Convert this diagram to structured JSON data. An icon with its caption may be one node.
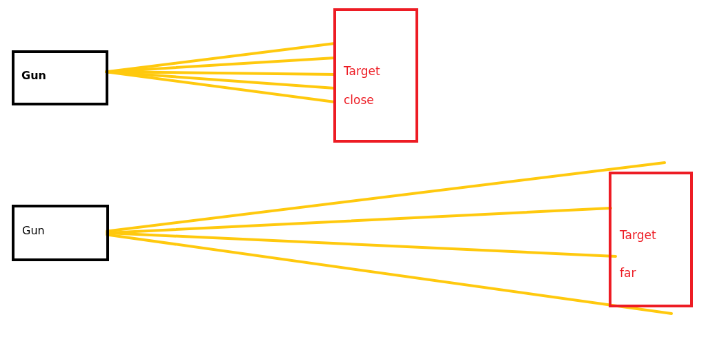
{
  "diagram": {
    "nodes": [
      {
        "text": [
          "Gun"
        ]
      },
      {
        "text": [
          "Target close"
        ]
      },
      {
        "text": [
          "Gun"
        ]
      },
      {
        "text": [
          "Target far"
        ]
      }
    ],
    "edges": [
      {
        "from": 0,
        "to": 1,
        "arrow": "none"
      },
      {
        "from": 0,
        "to": 1,
        "arrow": "none"
      },
      {
        "from": 0,
        "to": 1,
        "arrow": "none"
      },
      {
        "from": 0,
        "to": 1,
        "arrow": "none"
      },
      {
        "from": 0,
        "to": 1,
        "arrow": "none"
      },
      {
        "from": 2,
        "to": null,
        "arrow": "none"
      },
      {
        "from": 2,
        "to": 3,
        "arrow": "none"
      },
      {
        "from": 2,
        "to": 3,
        "arrow": "none"
      },
      {
        "from": 2,
        "to": 3,
        "arrow": "none"
      }
    ]
  }
}
